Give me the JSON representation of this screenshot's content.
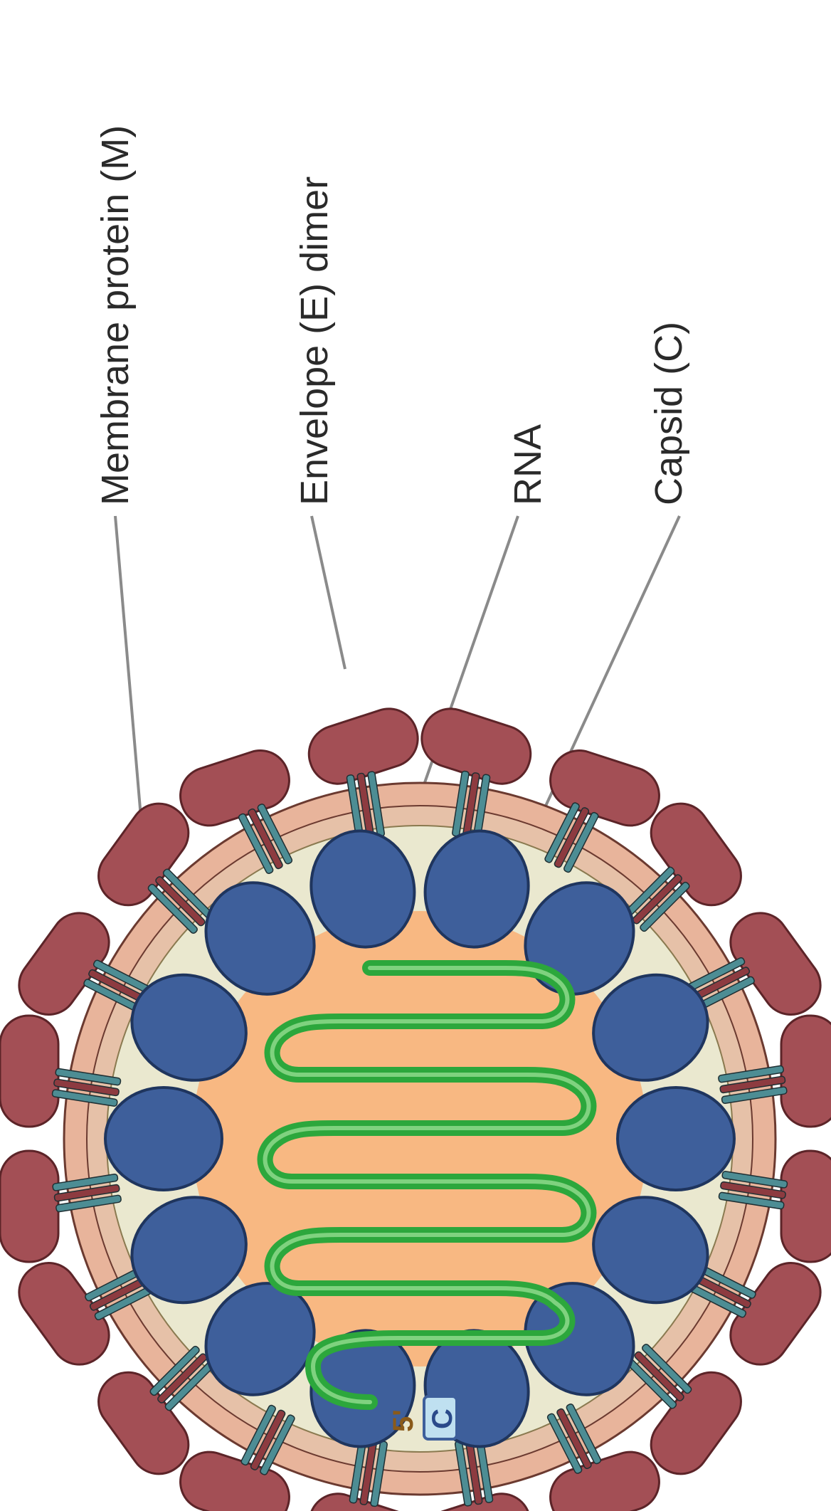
{
  "labels": {
    "membrane": "Membrane protein (M)",
    "envelope": "Envelope (E) dimer",
    "rna": "RNA",
    "capsid": "Capsid (C)",
    "five_prime": "5'",
    "c_marker": "C"
  },
  "colors": {
    "envelope_protein": "#a34f55",
    "envelope_edge": "#5c2428",
    "lipid_band": "#e8b49b",
    "membrane_fill": "#eae8cf",
    "capsid": "#3e5f9b",
    "capsid_edge": "#1f355e",
    "core": "#f8b882",
    "rna": "#2ca73c",
    "membrane_protein_teal": "#4d8d94",
    "membrane_protein_red": "#8d3b40"
  }
}
